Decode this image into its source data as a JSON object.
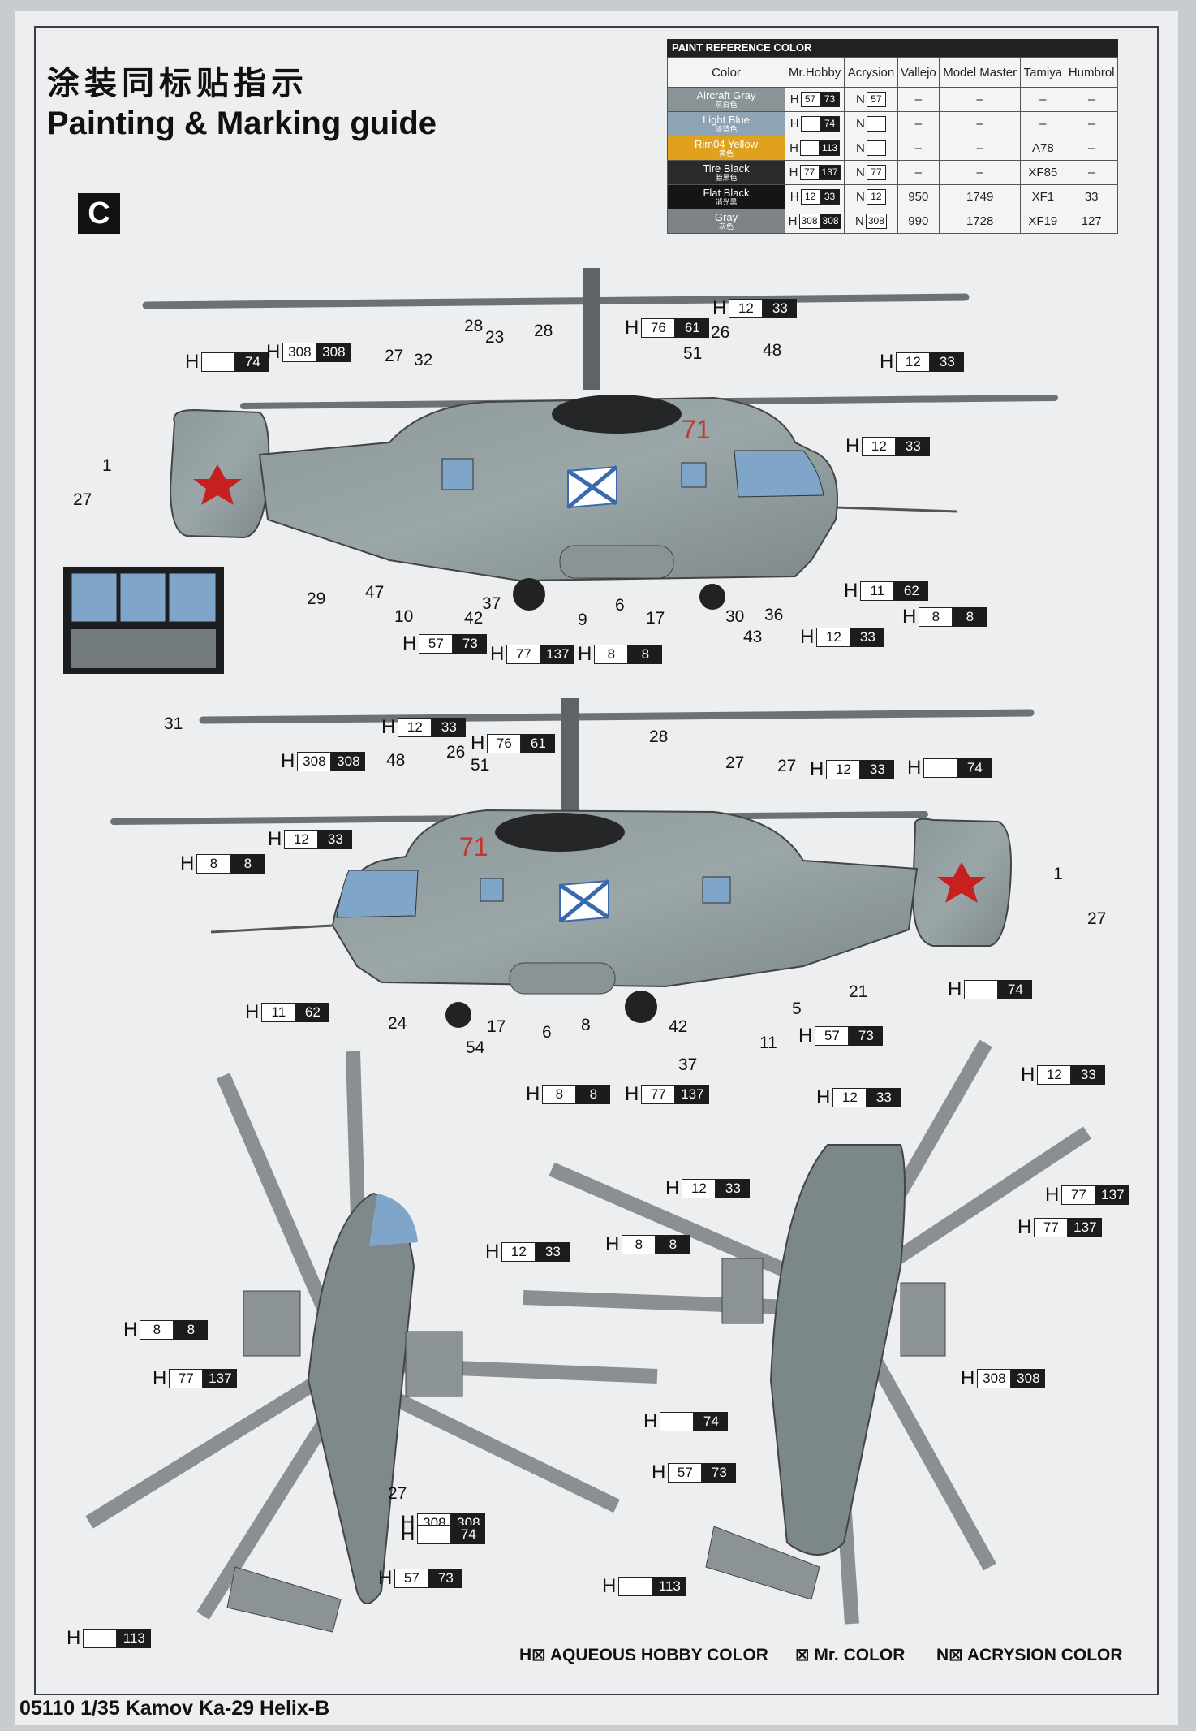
{
  "header": {
    "title_cn": "涂装同标贴指示",
    "title_en": "Painting & Marking guide",
    "scheme_letter": "C"
  },
  "paint_table": {
    "title": "PAINT REFERENCE COLOR",
    "columns": [
      "Color",
      "Mr.Hobby",
      "Acrysion",
      "Vallejo",
      "Model Master",
      "Tamiya",
      "Humbrol"
    ],
    "rows": [
      {
        "name": "Aircraft Gray",
        "name_cn": "灰白色",
        "swatch": "#8a9496",
        "h": "57",
        "c": "73",
        "n": "57",
        "vallejo": "–",
        "mm": "–",
        "tamiya": "–",
        "humbrol": "–"
      },
      {
        "name": "Light Blue",
        "name_cn": "淡蓝色",
        "swatch": "#8ea3b3",
        "h": "",
        "c": "74",
        "n": "",
        "vallejo": "–",
        "mm": "–",
        "tamiya": "–",
        "humbrol": "–"
      },
      {
        "name": "Rim04 Yellow",
        "name_cn": "黄色",
        "swatch": "#e0a21e",
        "h": "",
        "c": "113",
        "n": "",
        "vallejo": "–",
        "mm": "–",
        "tamiya": "A78",
        "humbrol": "–"
      },
      {
        "name": "Tire Black",
        "name_cn": "胎黑色",
        "swatch": "#2a2a2a",
        "h": "77",
        "c": "137",
        "n": "77",
        "vallejo": "–",
        "mm": "–",
        "tamiya": "XF85",
        "humbrol": "–"
      },
      {
        "name": "Flat Black",
        "name_cn": "消光黑",
        "swatch": "#151515",
        "h": "12",
        "c": "33",
        "n": "12",
        "vallejo": "950",
        "mm": "1749",
        "tamiya": "XF1",
        "humbrol": "33"
      },
      {
        "name": "Gray",
        "name_cn": "灰色",
        "swatch": "#7d8386",
        "h": "308",
        "c": "308",
        "n": "308",
        "vallejo": "990",
        "mm": "1728",
        "tamiya": "XF19",
        "humbrol": "127"
      }
    ]
  },
  "hull_markings": {
    "side_number": "71"
  },
  "callouts": [
    {
      "l": "H",
      "a": "",
      "b": "74"
    },
    {
      "l": "H",
      "a": "308",
      "b": "308"
    },
    {
      "l": "H",
      "a": "76",
      "b": "61"
    },
    {
      "l": "H",
      "a": "12",
      "b": "33"
    },
    {
      "l": "H",
      "a": "12",
      "b": "33"
    },
    {
      "l": "H",
      "a": "12",
      "b": "33"
    },
    {
      "l": "H",
      "a": "11",
      "b": "62"
    },
    {
      "l": "H",
      "a": "8",
      "b": "8"
    },
    {
      "l": "H",
      "a": "12",
      "b": "33"
    },
    {
      "l": "H",
      "a": "57",
      "b": "73"
    },
    {
      "l": "H",
      "a": "77",
      "b": "137"
    },
    {
      "l": "H",
      "a": "8",
      "b": "8"
    },
    {
      "l": "H",
      "a": "12",
      "b": "33"
    },
    {
      "l": "H",
      "a": "308",
      "b": "308"
    },
    {
      "l": "H",
      "a": "76",
      "b": "61"
    },
    {
      "l": "H",
      "a": "12",
      "b": "33"
    },
    {
      "l": "H",
      "a": "",
      "b": "74"
    },
    {
      "l": "H",
      "a": "12",
      "b": "33"
    },
    {
      "l": "H",
      "a": "8",
      "b": "8"
    },
    {
      "l": "H",
      "a": "11",
      "b": "62"
    },
    {
      "l": "H",
      "a": "",
      "b": "74"
    },
    {
      "l": "H",
      "a": "57",
      "b": "73"
    },
    {
      "l": "H",
      "a": "8",
      "b": "8"
    },
    {
      "l": "H",
      "a": "77",
      "b": "137"
    },
    {
      "l": "H",
      "a": "12",
      "b": "33"
    },
    {
      "l": "H",
      "a": "12",
      "b": "33"
    },
    {
      "l": "H",
      "a": "12",
      "b": "33"
    },
    {
      "l": "H",
      "a": "8",
      "b": "8"
    },
    {
      "l": "H",
      "a": "77",
      "b": "137"
    },
    {
      "l": "H",
      "a": "12",
      "b": "33"
    },
    {
      "l": "H",
      "a": "308",
      "b": "308"
    },
    {
      "l": "H",
      "a": "",
      "b": "74"
    },
    {
      "l": "H",
      "a": "57",
      "b": "73"
    },
    {
      "l": "H",
      "a": "",
      "b": "113"
    },
    {
      "l": "H",
      "a": "77",
      "b": "137"
    },
    {
      "l": "H",
      "a": "308",
      "b": "308"
    },
    {
      "l": "H",
      "a": "8",
      "b": "8"
    },
    {
      "l": "H",
      "a": "77",
      "b": "137"
    },
    {
      "l": "H",
      "a": "",
      "b": "74"
    },
    {
      "l": "H",
      "a": "57",
      "b": "73"
    },
    {
      "l": "H",
      "a": "",
      "b": "113"
    }
  ],
  "numbers": [
    "1",
    "27",
    "27",
    "32",
    "28",
    "23",
    "28",
    "26",
    "51",
    "48",
    "29",
    "47",
    "10",
    "42",
    "37",
    "9",
    "6",
    "17",
    "30",
    "43",
    "36",
    "31",
    "48",
    "26",
    "51",
    "28",
    "27",
    "27",
    "1",
    "27",
    "24",
    "54",
    "17",
    "6",
    "8",
    "42",
    "37",
    "5",
    "21",
    "11",
    "27"
  ],
  "legend": {
    "aqueous": "H⊠ AQUEOUS HOBBY COLOR",
    "mr": "⊠ Mr. COLOR",
    "acrysion": "N⊠ ACRYSION COLOR"
  },
  "footer": "05110 1/35 Kamov Ka-29 Helix-B"
}
